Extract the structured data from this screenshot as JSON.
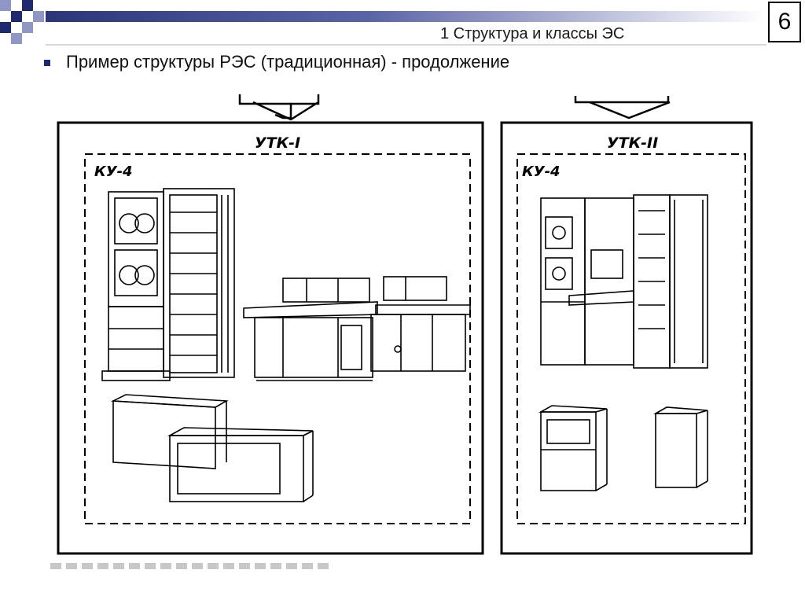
{
  "slide": {
    "number": "6"
  },
  "header": {
    "section_title": "1 Структура и классы ЭС"
  },
  "bullet": {
    "text": "Пример структуры РЭС (традиционная) - продолжение"
  },
  "figure": {
    "left_panel": {
      "title": "УТК-I",
      "inner_label": "КУ-4"
    },
    "right_panel": {
      "title": "УТК-II",
      "inner_label": "КУ-4"
    }
  },
  "colors": {
    "accent_blue": "#1f2a6e",
    "light_blue": "#8f97c4"
  }
}
